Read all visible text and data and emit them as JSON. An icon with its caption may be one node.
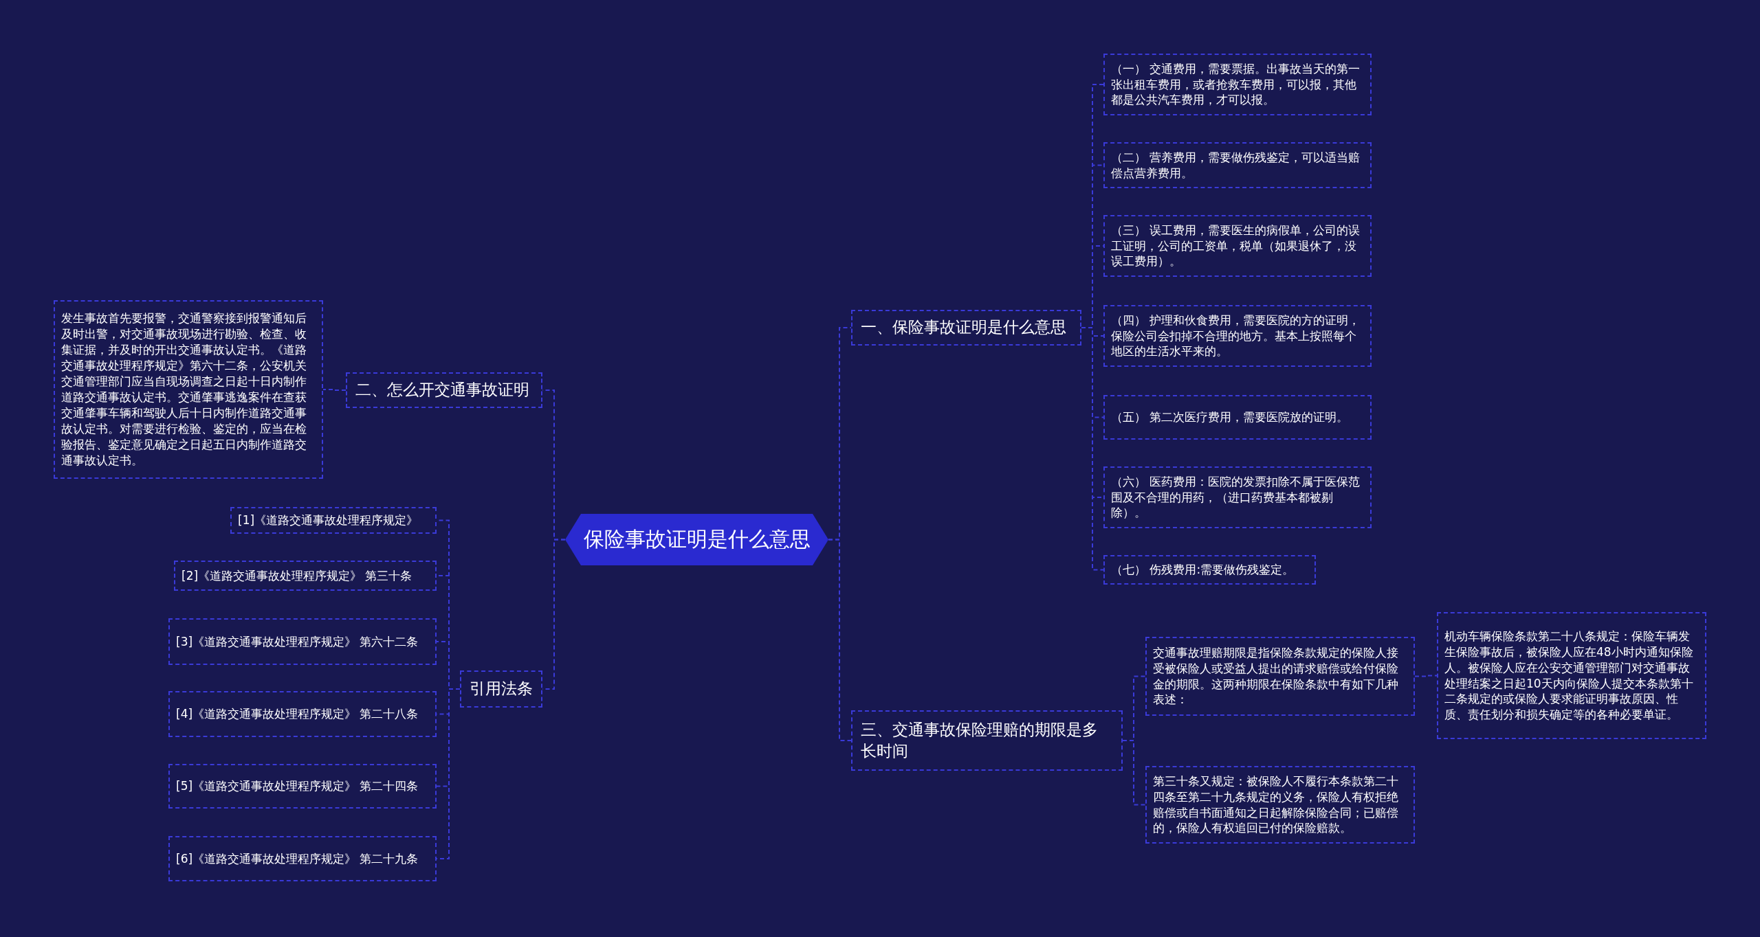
{
  "diagram": {
    "nodes": [
      {
        "text": [
          "保险事故证明是什么意思"
        ]
      },
      {
        "text": [
          "一、保险事故证明是什么意思"
        ]
      },
      {
        "text": [
          "（一） 交通费用，需要票据。出事故当天的第一张出租车费用，或者抢救车费用，可以报，其他都是公共汽车费用，才可以报。"
        ]
      },
      {
        "text": [
          "（二） 营养费用，需要做伤残鉴定，可以适当赔偿点营养费用。"
        ]
      },
      {
        "text": [
          "（三） 误工费用，需要医生的病假单，公司的误工证明，公司的工资单，税单（如果退休了，没误工费用）。"
        ]
      },
      {
        "text": [
          "（四） 护理和伙食费用，需要医院的方的证明，保险公司会扣掉不合理的地方。基本上按照每个地区的生活水平来的。"
        ]
      },
      {
        "text": [
          "（五） 第二次医疗费用，需要医院放的证明。"
        ]
      },
      {
        "text": [
          "（六） 医药费用：医院的发票扣除不属于医保范围及不合理的用药，（进口药费基本都被剔除）。"
        ]
      },
      {
        "text": [
          "（七） 伤残费用:需要做伤残鉴定。"
        ]
      },
      {
        "text": [
          "三、交通事故保险理赔的期限是多长时间"
        ]
      },
      {
        "text": [
          "交通事故理赔期限是指保险条款规定的保险人接受被保险人或受益人提出的请求赔偿或给付保险金的期限。这两种期限在保险条款中有如下几种表述："
        ]
      },
      {
        "text": [
          "机动车辆保险条款第二十八条规定：保险车辆发生保险事故后，被保险人应在48小时内通知保险人。被保险人应在公安交通管理部门对交通事故处理结案之日起10天内向保险人提交本条款第十二条规定的或保险人要求能证明事故原因、性质、责任划分和损失确定等的各种必要单证。"
        ]
      },
      {
        "text": [
          "第三十条又规定：被保险人不履行本条款第二十四条至第二十九条规定的义务，保险人有权拒绝赔偿或自书面通知之日起解除保险合同；已赔偿的，保险人有权追回已付的保险赔款。"
        ]
      },
      {
        "text": [
          "二、怎么开交通事故证明"
        ]
      },
      {
        "text": [
          "发生事故首先要报警，交通警察接到报警通知后及时出警，对交通事故现场进行勘验、检查、收集证据，并及时的开出交通事故认定书。《道路交通事故处理程序规定》第六十二条，公安机关交通管理部门应当自现场调查之日起十日内制作道路交通事故认定书。交通肇事逃逸案件在查获交通肇事车辆和驾驶人后十日内制作道路交通事故认定书。对需要进行检验、鉴定的，应当在检验报告、鉴定意见确定之日起五日内制作道路交通事故认定书。"
        ]
      },
      {
        "text": [
          "引用法条"
        ]
      },
      {
        "text": [
          "[1]《道路交通事故处理程序规定》"
        ]
      },
      {
        "text": [
          "[2]《道路交通事故处理程序规定》 第三十条"
        ]
      },
      {
        "text": [
          "[3]《道路交通事故处理程序规定》 第六十二条"
        ]
      },
      {
        "text": [
          "[4]《道路交通事故处理程序规定》 第二十八条"
        ]
      },
      {
        "text": [
          "[5]《道路交通事故处理程序规定》 第二十四条"
        ]
      },
      {
        "text": [
          "[6]《道路交通事故处理程序规定》 第二十九条"
        ]
      }
    ],
    "edges": [
      {
        "from": 0,
        "to": 1,
        "arrow": "none"
      },
      {
        "from": 1,
        "to": 2,
        "arrow": "none"
      },
      {
        "from": 1,
        "to": 3,
        "arrow": "none"
      },
      {
        "from": 1,
        "to": 4,
        "arrow": "none"
      },
      {
        "from": 1,
        "to": 5,
        "arrow": "none"
      },
      {
        "from": 1,
        "to": 6,
        "arrow": "none"
      },
      {
        "from": 1,
        "to": 7,
        "arrow": "none"
      },
      {
        "from": 1,
        "to": 8,
        "arrow": "none"
      },
      {
        "from": 0,
        "to": 9,
        "arrow": "none"
      },
      {
        "from": 9,
        "to": 10,
        "arrow": "none"
      },
      {
        "from": 10,
        "to": 11,
        "arrow": "none"
      },
      {
        "from": 9,
        "to": 12,
        "arrow": "none"
      },
      {
        "from": 0,
        "to": 13,
        "arrow": "none"
      },
      {
        "from": 13,
        "to": 14,
        "arrow": "none"
      },
      {
        "from": 0,
        "to": 15,
        "arrow": "none"
      },
      {
        "from": 15,
        "to": 16,
        "arrow": "none"
      },
      {
        "from": 15,
        "to": 17,
        "arrow": "none"
      },
      {
        "from": 15,
        "to": 18,
        "arrow": "none"
      },
      {
        "from": 15,
        "to": 19,
        "arrow": "none"
      },
      {
        "from": 15,
        "to": 20,
        "arrow": "none"
      },
      {
        "from": 15,
        "to": 21,
        "arrow": "none"
      }
    ]
  }
}
